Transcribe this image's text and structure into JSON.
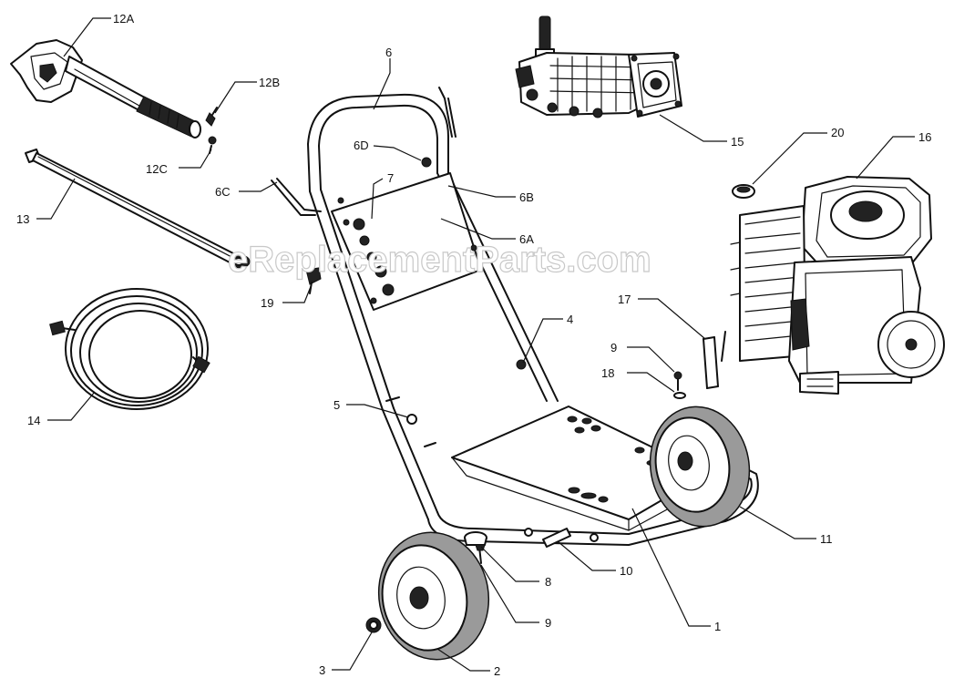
{
  "watermark": "eReplacementParts.com",
  "callouts": {
    "c12a": "12A",
    "c12b": "12B",
    "c12c": "12C",
    "c13": "13",
    "c14": "14",
    "c15": "15",
    "c16": "16",
    "c20": "20",
    "c6": "6",
    "c6d": "6D",
    "c7": "7",
    "c6c": "6C",
    "c6b": "6B",
    "c6a": "6A",
    "c19": "19",
    "c17": "17",
    "c4": "4",
    "c9a": "9",
    "c18": "18",
    "c5": "5",
    "c11": "11",
    "c8": "8",
    "c10": "10",
    "c9b": "9",
    "c1": "1",
    "c3": "3",
    "c2": "2"
  },
  "colors": {
    "line": "#111111",
    "watermark_outline": "#c8c8c8",
    "background": "#ffffff"
  }
}
